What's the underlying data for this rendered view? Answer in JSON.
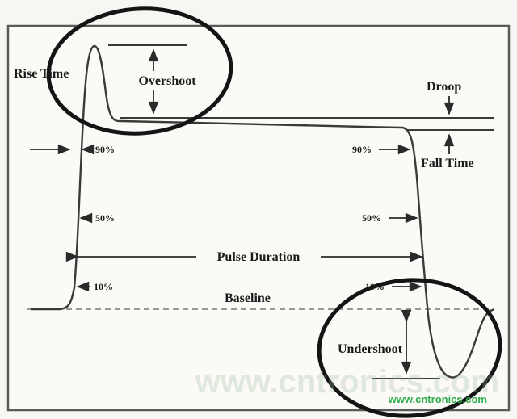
{
  "diagram": {
    "title": "pulse-parameters-diagram",
    "labels": {
      "rise_time": "Rise Time",
      "overshoot": "Overshoot",
      "droop": "Droop",
      "fall_time": "Fall Time",
      "pulse_duration": "Pulse Duration",
      "baseline": "Baseline",
      "undershoot": "Undershoot",
      "pct_90": "90%",
      "pct_50": "50%",
      "pct_10": "10%"
    },
    "watermark": {
      "url": "www.cntronics.com",
      "color": "#2fae4d",
      "ghost_color": "#9dbd9d"
    },
    "colors": {
      "stroke": "#3a3a3a",
      "ellipse": "#141414",
      "frame": "#5a5a58",
      "paper": "#fbfaf7"
    }
  }
}
